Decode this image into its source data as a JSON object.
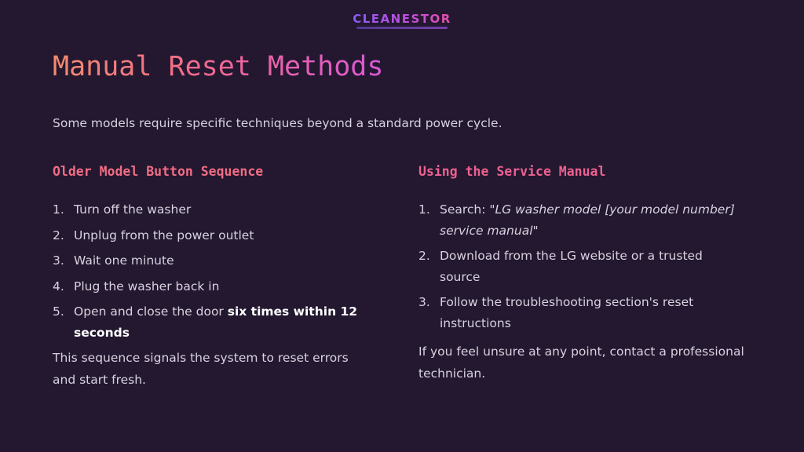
{
  "logo": {
    "text": "CLEANESTOR"
  },
  "title": "Manual Reset Methods",
  "intro": "Some models require specific techniques beyond a standard power cycle.",
  "left": {
    "heading": "Older Model Button Sequence",
    "steps": [
      {
        "num": "1.",
        "text": "Turn off the washer"
      },
      {
        "num": "2.",
        "text": "Unplug from the power outlet"
      },
      {
        "num": "3.",
        "text": "Wait one minute"
      },
      {
        "num": "4.",
        "text": "Plug the washer back in"
      },
      {
        "num": "5.",
        "text": "Open and close the door ",
        "bold": "six times within 12 seconds"
      }
    ],
    "note": "This sequence signals the system to reset errors and start fresh."
  },
  "right": {
    "heading": "Using the Service Manual",
    "steps": [
      {
        "num": "1.",
        "text": "Search: ",
        "italic": "\"LG washer model [your model number] service manual\""
      },
      {
        "num": "2.",
        "text": "Download from the LG website or a trusted source"
      },
      {
        "num": "3.",
        "text": "Follow the troubleshooting section's reset instructions"
      }
    ],
    "note": "If you feel unsure at any point, contact a professional technician."
  }
}
